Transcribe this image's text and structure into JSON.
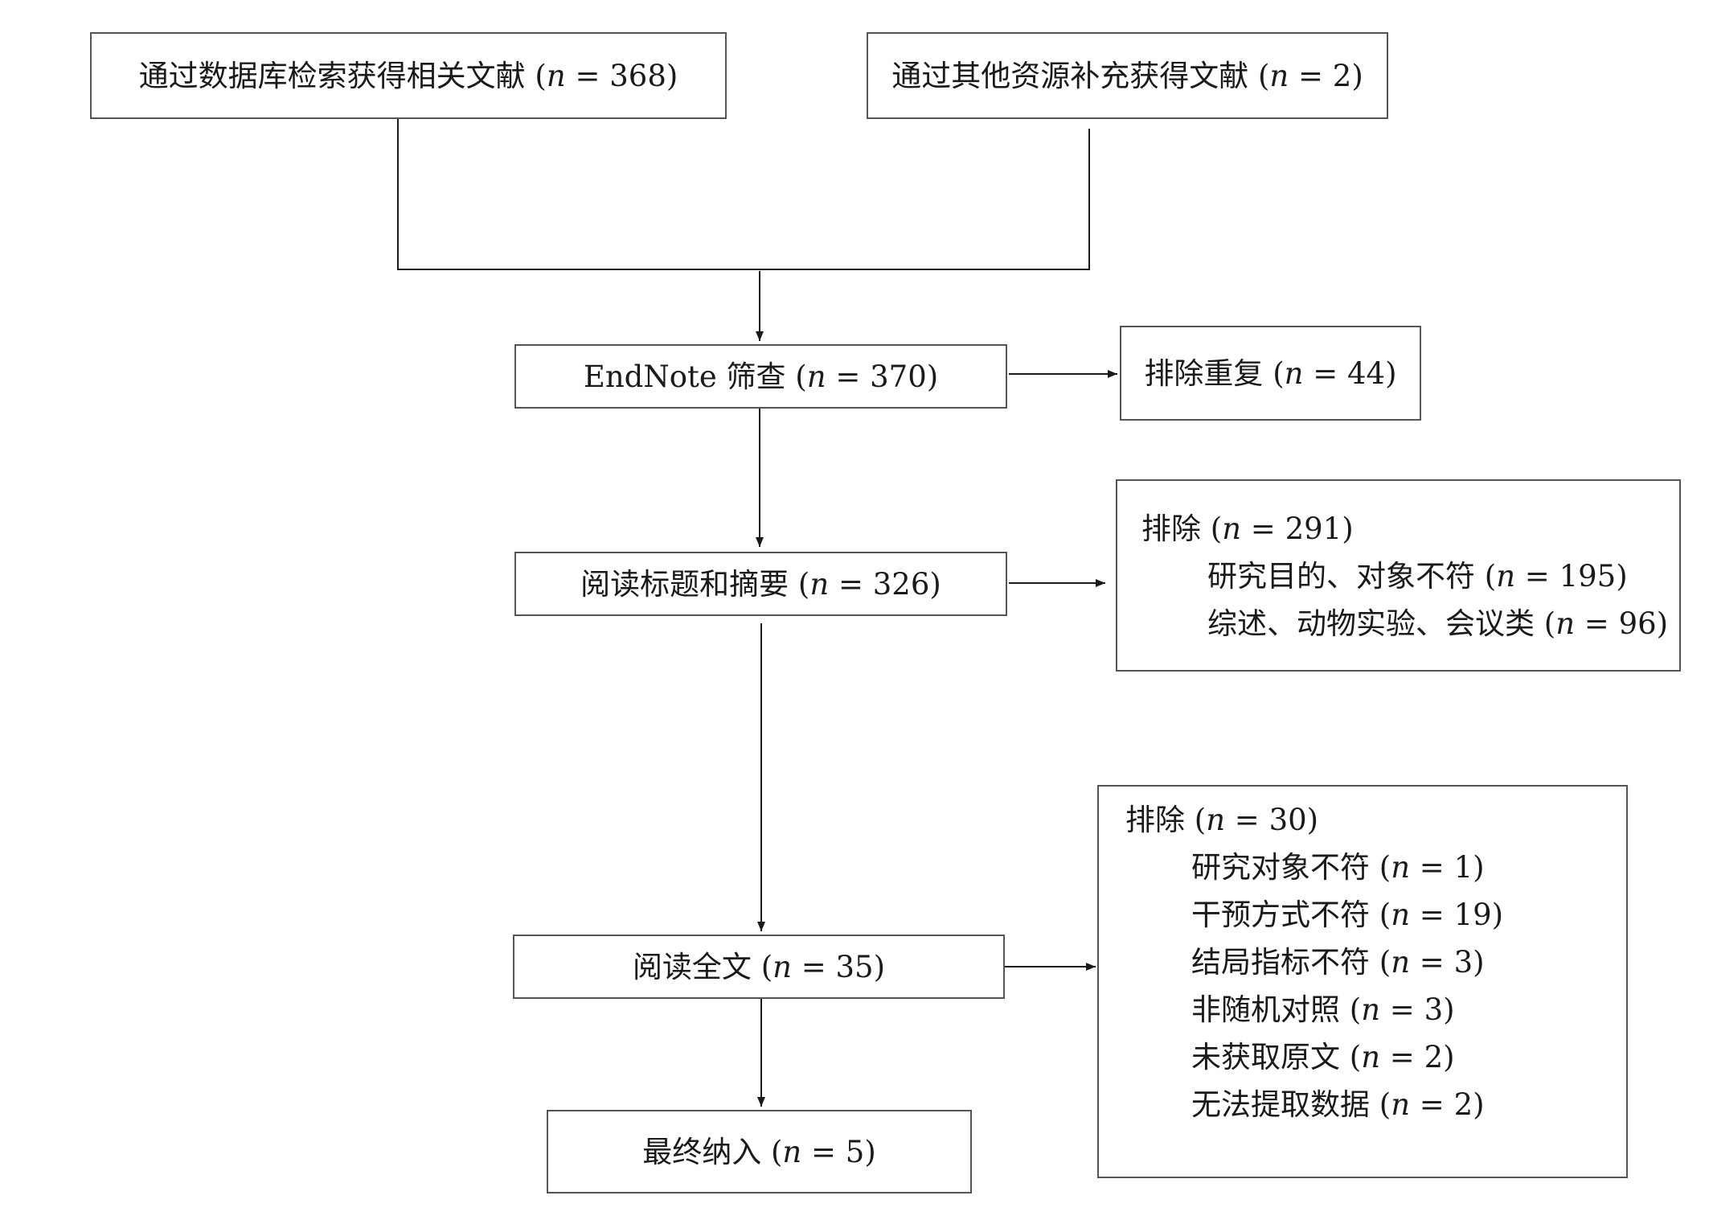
{
  "sources": [
    {
      "label": "通过数据库检索获得相关文献",
      "n": "368"
    },
    {
      "label": "通过其他资源补充获得文献",
      "n": "2"
    }
  ],
  "steps": [
    {
      "label": "EndNote 筛查",
      "n": "370"
    },
    {
      "label": "阅读标题和摘要",
      "n": "326"
    },
    {
      "label": "阅读全文",
      "n": "35"
    },
    {
      "label": "最终纳入",
      "n": "5"
    }
  ],
  "exclusions": [
    {
      "label": "排除重复",
      "n": "44",
      "reasons": []
    },
    {
      "label": "排除",
      "n": "291",
      "reasons": [
        {
          "label": "研究目的、对象不符",
          "n": "195"
        },
        {
          "label": "综述、动物实验、会议类",
          "n": "96"
        }
      ]
    },
    {
      "label": "排除",
      "n": "30",
      "reasons": [
        {
          "label": "研究对象不符",
          "n": "1"
        },
        {
          "label": "干预方式不符",
          "n": "19"
        },
        {
          "label": "结局指标不符",
          "n": "3"
        },
        {
          "label": "非随机对照",
          "n": "3"
        },
        {
          "label": "未获取原文",
          "n": "2"
        },
        {
          "label": "无法提取数据",
          "n": "2"
        }
      ]
    }
  ],
  "colors": {
    "line": "#1a1a1a",
    "border": "#555555",
    "text": "#1a1a1a"
  }
}
